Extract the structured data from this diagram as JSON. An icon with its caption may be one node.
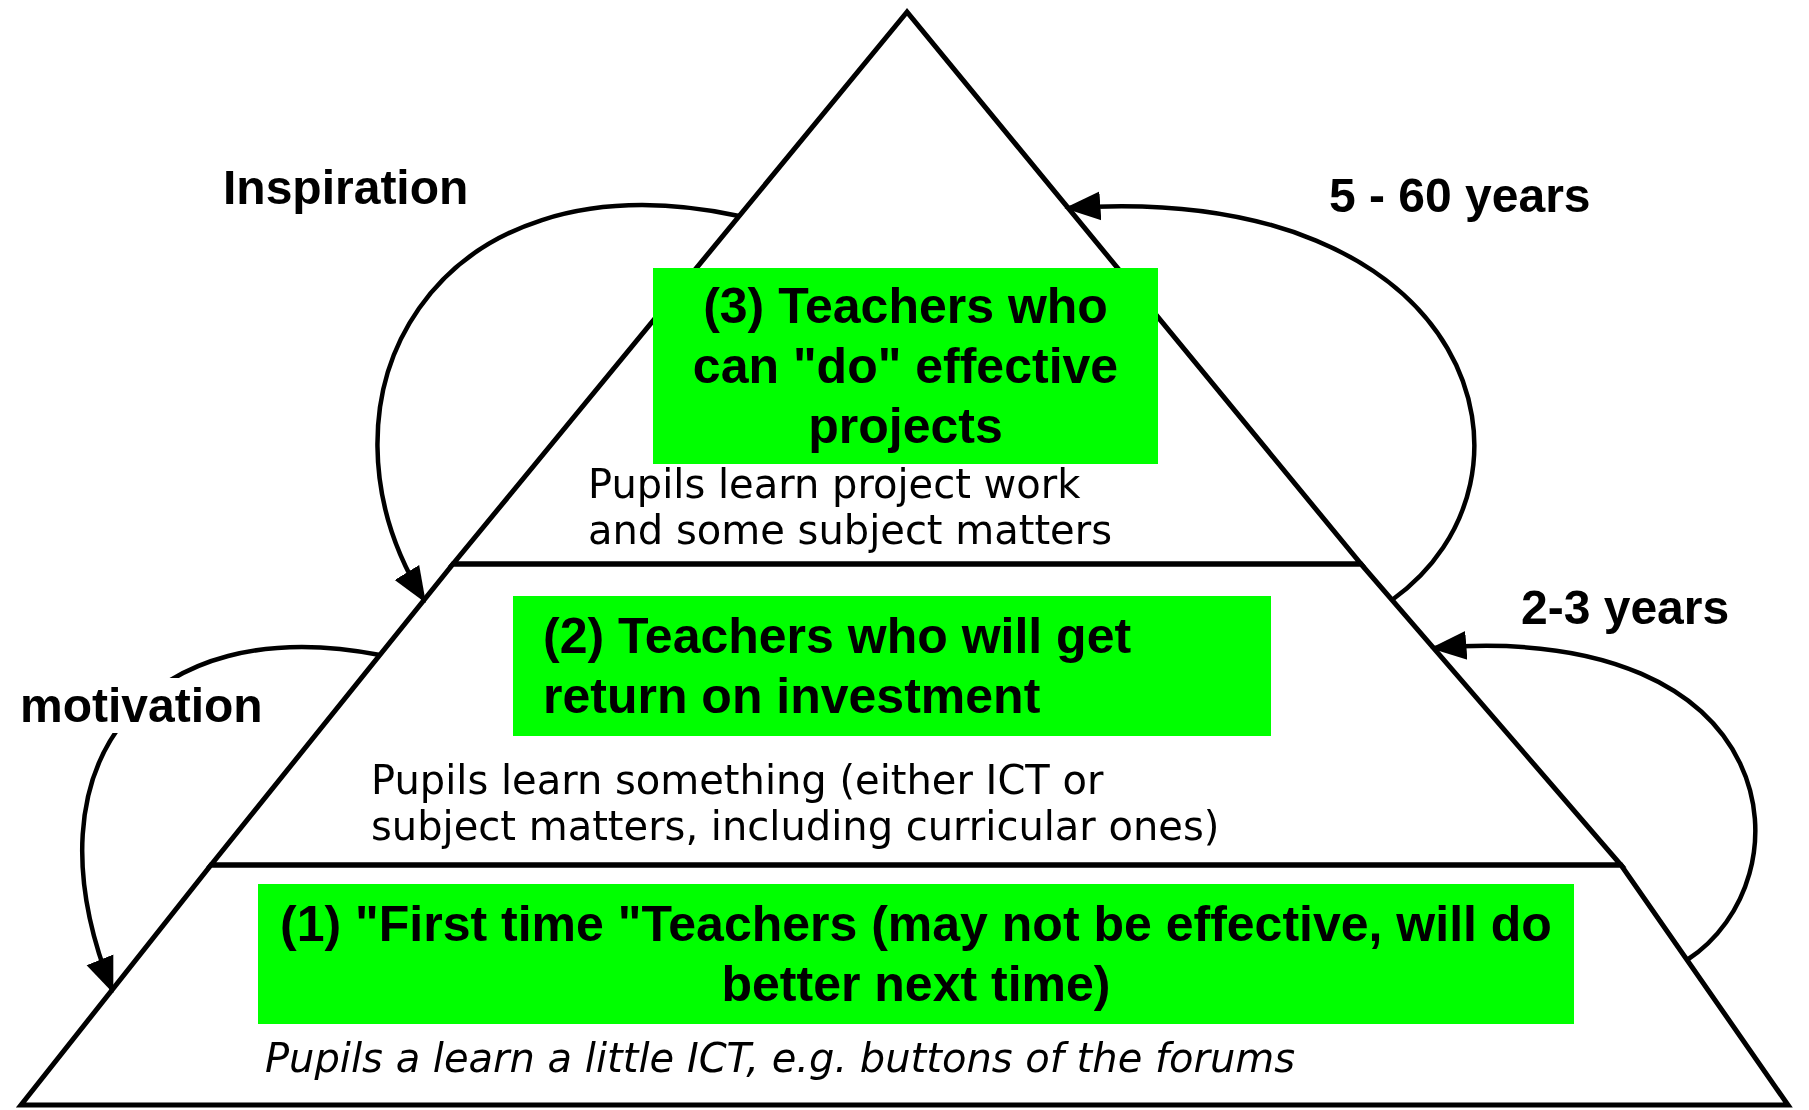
{
  "diagram": {
    "nodes": [
      {
        "text": [
          "(3) Teachers who can \"do\" effective projects",
          "Pupils learn project work and some subject matters"
        ]
      },
      {
        "text": [
          "(2) Teachers who will get return on investment",
          "Pupils learn something (either ICT or subject matters, including curricular ones)"
        ]
      },
      {
        "text": [
          "(1) \"First time \"Teachers (may not be effective, will do better next time)",
          "Pupils a learn a little ICT, e.g. buttons of the forums"
        ]
      }
    ],
    "edges": [
      {
        "from": 0,
        "to": 1,
        "arrow": "to",
        "label": "Inspiration"
      },
      {
        "from": 1,
        "to": 2,
        "arrow": "to",
        "label": "motivation"
      },
      {
        "from": 1,
        "to": 0,
        "arrow": "to",
        "label": "5 - 60 years"
      },
      {
        "from": 2,
        "to": 1,
        "arrow": "to",
        "label": "2-3 years"
      }
    ]
  }
}
